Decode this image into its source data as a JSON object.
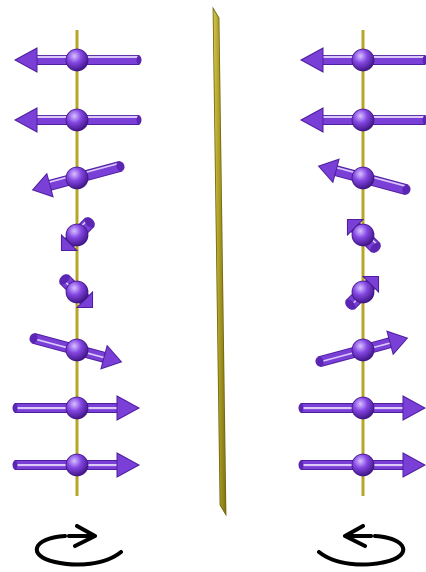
{
  "colors": {
    "background": "#ffffff",
    "spin_arrow": "#7a3fd6",
    "spin_arrow_dark": "#4f1f9e",
    "spin_arrow_light": "#a77cf0",
    "axis": "#b8a62a",
    "mirror_plane": "#9b8f1e",
    "rotation_arrow": "#000000"
  },
  "left_chain": {
    "handedness": "counterclockwise",
    "rotation_icon": "rotation-arrow-counterclockwise-icon",
    "spins": [
      {
        "index": 1,
        "in_plane_angle_deg": 180,
        "out_of_plane": "flat"
      },
      {
        "index": 2,
        "in_plane_angle_deg": 180,
        "out_of_plane": "flat"
      },
      {
        "index": 3,
        "in_plane_angle_deg": 195,
        "out_of_plane": "slight"
      },
      {
        "index": 4,
        "in_plane_angle_deg": 225,
        "out_of_plane": "foreshortened"
      },
      {
        "index": 5,
        "in_plane_angle_deg": 315,
        "out_of_plane": "foreshortened"
      },
      {
        "index": 6,
        "in_plane_angle_deg": 345,
        "out_of_plane": "slight"
      },
      {
        "index": 7,
        "in_plane_angle_deg": 0,
        "out_of_plane": "flat"
      },
      {
        "index": 8,
        "in_plane_angle_deg": 0,
        "out_of_plane": "flat"
      }
    ]
  },
  "right_chain": {
    "handedness": "clockwise",
    "rotation_icon": "rotation-arrow-clockwise-icon",
    "spins": [
      {
        "index": 1,
        "in_plane_angle_deg": 180,
        "out_of_plane": "flat"
      },
      {
        "index": 2,
        "in_plane_angle_deg": 180,
        "out_of_plane": "flat"
      },
      {
        "index": 3,
        "in_plane_angle_deg": 165,
        "out_of_plane": "slight"
      },
      {
        "index": 4,
        "in_plane_angle_deg": 135,
        "out_of_plane": "foreshortened"
      },
      {
        "index": 5,
        "in_plane_angle_deg": 45,
        "out_of_plane": "foreshortened"
      },
      {
        "index": 6,
        "in_plane_angle_deg": 15,
        "out_of_plane": "slight"
      },
      {
        "index": 7,
        "in_plane_angle_deg": 0,
        "out_of_plane": "flat"
      },
      {
        "index": 8,
        "in_plane_angle_deg": 0,
        "out_of_plane": "flat"
      }
    ]
  },
  "mirror": {
    "icon": "mirror-plane-icon"
  }
}
